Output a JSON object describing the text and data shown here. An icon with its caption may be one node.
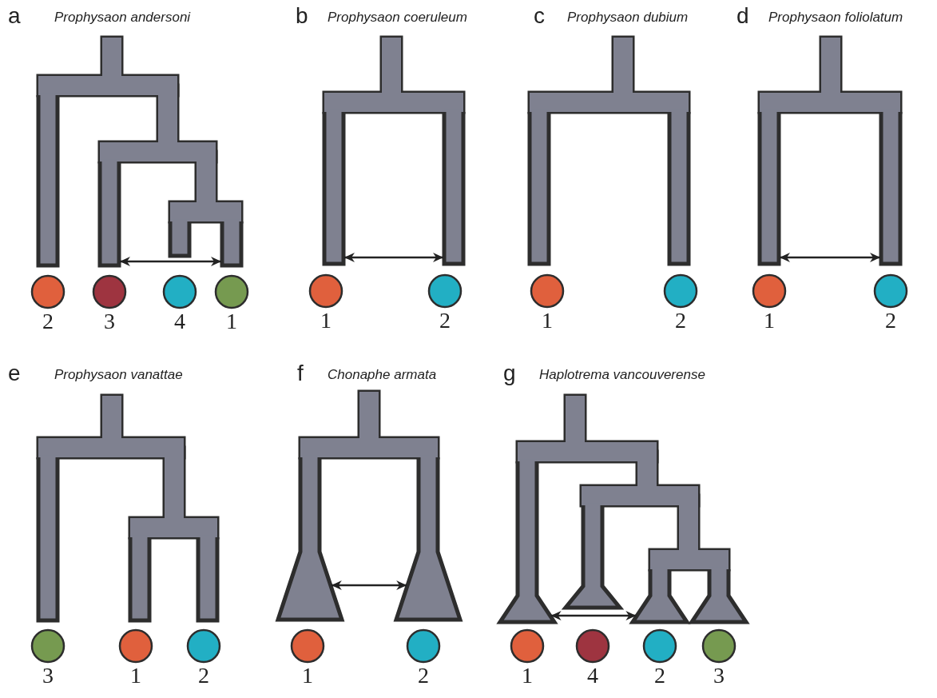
{
  "diagram": {
    "nodes": [
      {
        "text": [],
        "shape": "bar"
      },
      {
        "text": [],
        "shape": "bar"
      },
      {
        "text": [],
        "shape": "bar"
      },
      {
        "text": [],
        "shape": "bar"
      },
      {
        "text": [],
        "shape": "circle",
        "beside": [
          "2"
        ]
      },
      {
        "text": [],
        "shape": "circle",
        "beside": [
          "3"
        ]
      },
      {
        "text": [],
        "shape": "circle",
        "beside": [
          "4"
        ]
      },
      {
        "text": [],
        "shape": "circle",
        "beside": [
          "1"
        ]
      },
      {
        "text": [],
        "shape": "bar"
      },
      {
        "text": [],
        "shape": "bar"
      },
      {
        "text": [],
        "shape": "circle",
        "beside": [
          "1"
        ]
      },
      {
        "text": [],
        "shape": "circle",
        "beside": [
          "2"
        ]
      },
      {
        "text": [],
        "shape": "bar"
      },
      {
        "text": [],
        "shape": "bar"
      },
      {
        "text": [],
        "shape": "circle",
        "beside": [
          "1"
        ]
      },
      {
        "text": [],
        "shape": "circle",
        "beside": [
          "2"
        ]
      },
      {
        "text": [],
        "shape": "bar"
      },
      {
        "text": [],
        "shape": "bar"
      },
      {
        "text": [],
        "shape": "circle",
        "beside": [
          "1"
        ]
      },
      {
        "text": [],
        "shape": "circle",
        "beside": [
          "2"
        ]
      },
      {
        "text": [],
        "shape": "bar"
      },
      {
        "text": [],
        "shape": "bar"
      },
      {
        "text": [],
        "shape": "bar"
      },
      {
        "text": [],
        "shape": "circle",
        "beside": [
          "3"
        ]
      },
      {
        "text": [],
        "shape": "circle",
        "beside": [
          "1"
        ]
      },
      {
        "text": [],
        "shape": "circle",
        "beside": [
          "2"
        ]
      },
      {
        "text": [],
        "shape": "bar"
      },
      {
        "text": [],
        "shape": "bar"
      },
      {
        "text": [],
        "shape": "circle",
        "beside": [
          "1"
        ]
      },
      {
        "text": [],
        "shape": "circle",
        "beside": [
          "2"
        ]
      },
      {
        "text": [],
        "shape": "bar"
      },
      {
        "text": [],
        "shape": "bar"
      },
      {
        "text": [],
        "shape": "bar"
      },
      {
        "text": [],
        "shape": "bar"
      },
      {
        "text": [],
        "shape": "circle",
        "beside": [
          "1"
        ]
      },
      {
        "text": [],
        "shape": "circle",
        "beside": [
          "4"
        ]
      },
      {
        "text": [],
        "shape": "circle",
        "beside": [
          "2"
        ]
      },
      {
        "text": [],
        "shape": "circle",
        "beside": [
          "3"
        ]
      }
    ],
    "edges": [
      {
        "from": 1,
        "to": 3,
        "arrow": "both"
      },
      {
        "from": 8,
        "to": 9,
        "arrow": "both"
      },
      {
        "from": 16,
        "to": 17,
        "arrow": "both"
      },
      {
        "from": 26,
        "to": 27,
        "arrow": "both"
      },
      {
        "from": 30,
        "to": 32,
        "arrow": "both"
      }
    ],
    "labels": [
      "a",
      "Prophysaon andersoni",
      "b",
      "Prophysaon coeruleum",
      "c",
      "Prophysaon dubium",
      "d",
      "Prophysaon foliolatum",
      "e",
      "Prophysaon vanattae",
      "f",
      "Chonaphe armata",
      "g",
      "Haplotrema vancouverense"
    ]
  }
}
